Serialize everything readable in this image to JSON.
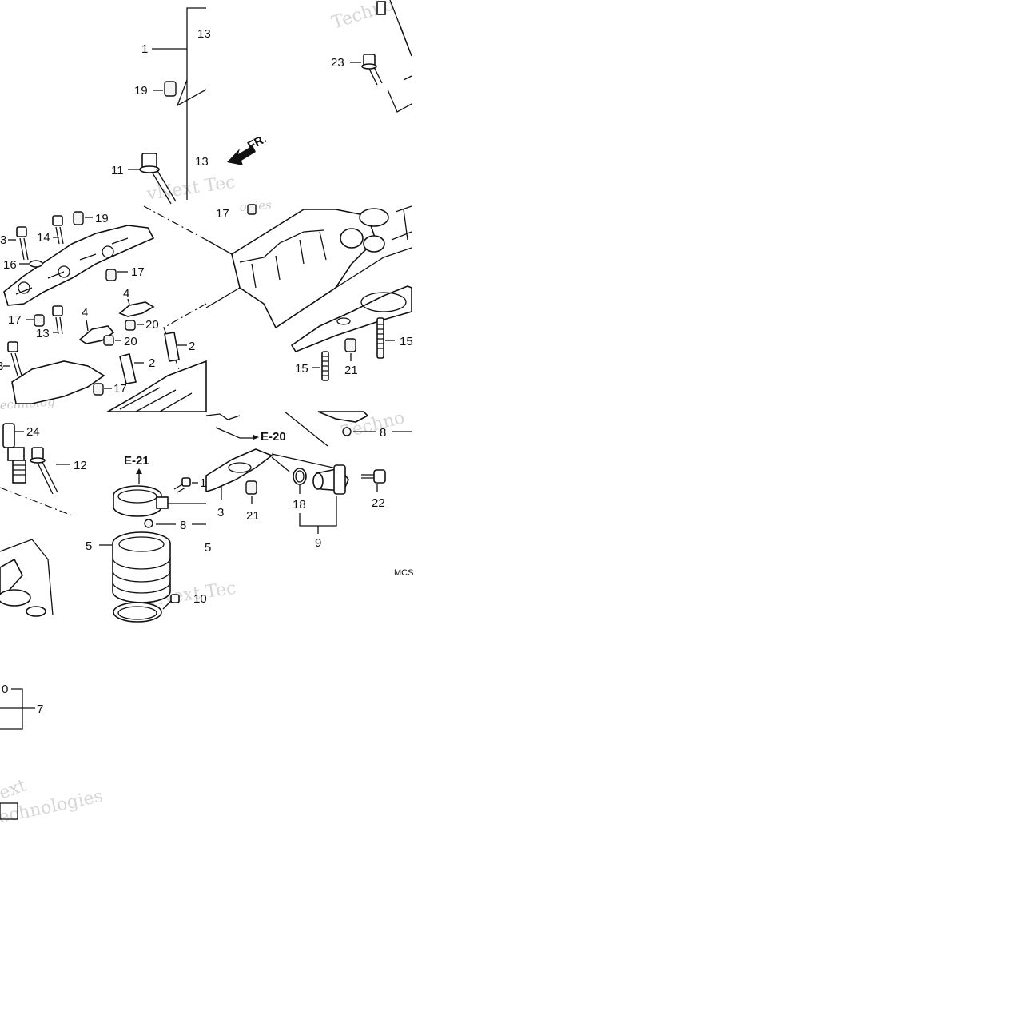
{
  "diagram": {
    "tiles": {
      "t1": {
        "labels": [
          {
            "id": "t1-1",
            "text": "1"
          },
          {
            "id": "t1-13a",
            "text": "13"
          },
          {
            "id": "t1-19",
            "text": "19"
          },
          {
            "id": "t1-11",
            "text": "11"
          },
          {
            "id": "t1-13b",
            "text": "13"
          }
        ],
        "watermark": "vNext Tec"
      },
      "t2": {
        "labels": [
          {
            "id": "t2-23",
            "text": "23"
          }
        ],
        "direction": "FR.",
        "watermark": "Techno"
      },
      "t3": {
        "labels": [
          {
            "id": "t3-19",
            "text": "19"
          },
          {
            "id": "t3-3a",
            "text": "3"
          },
          {
            "id": "t3-14",
            "text": "14"
          },
          {
            "id": "t3-16",
            "text": "16"
          },
          {
            "id": "t3-17a",
            "text": "17"
          },
          {
            "id": "t3-4a",
            "text": "4"
          },
          {
            "id": "t3-17b",
            "text": "17"
          },
          {
            "id": "t3-4b",
            "text": "4"
          },
          {
            "id": "t3-20a",
            "text": "20"
          },
          {
            "id": "t3-13",
            "text": "13"
          },
          {
            "id": "t3-20b",
            "text": "20"
          },
          {
            "id": "t3-2a",
            "text": "2"
          },
          {
            "id": "t3-3b",
            "text": "3"
          },
          {
            "id": "t3-2b",
            "text": "2"
          },
          {
            "id": "t3-17c",
            "text": "17"
          }
        ],
        "watermark": "echnolog"
      },
      "t4": {
        "labels": [
          {
            "id": "t4-17",
            "text": "17"
          },
          {
            "id": "t4-15a",
            "text": "15"
          },
          {
            "id": "t4-21",
            "text": "21"
          },
          {
            "id": "t4-15b",
            "text": "15"
          }
        ],
        "watermark": "ogies"
      },
      "t5": {
        "labels": [
          {
            "id": "t5-24",
            "text": "24"
          },
          {
            "id": "t5-12",
            "text": "12"
          },
          {
            "id": "t5-1",
            "text": "1"
          },
          {
            "id": "t5-8",
            "text": "8"
          },
          {
            "id": "t5-5a",
            "text": "5"
          },
          {
            "id": "t5-5b",
            "text": "5"
          },
          {
            "id": "t5-10",
            "text": "10"
          }
        ],
        "ref": "E-21",
        "watermark": "vNext Tec"
      },
      "t6": {
        "labels": [
          {
            "id": "t6-8",
            "text": "8"
          },
          {
            "id": "t6-3",
            "text": "3"
          },
          {
            "id": "t6-21",
            "text": "21"
          },
          {
            "id": "t6-18",
            "text": "18"
          },
          {
            "id": "t6-22",
            "text": "22"
          },
          {
            "id": "t6-9",
            "text": "9"
          }
        ],
        "ref": "E-20",
        "code": "MCS",
        "watermark": "Techno"
      },
      "t7": {
        "labels": [
          {
            "id": "t7-0",
            "text": "0"
          },
          {
            "id": "t7-7",
            "text": "7"
          }
        ],
        "watermark_a": "ext",
        "watermark_b": "echnologies"
      }
    }
  }
}
